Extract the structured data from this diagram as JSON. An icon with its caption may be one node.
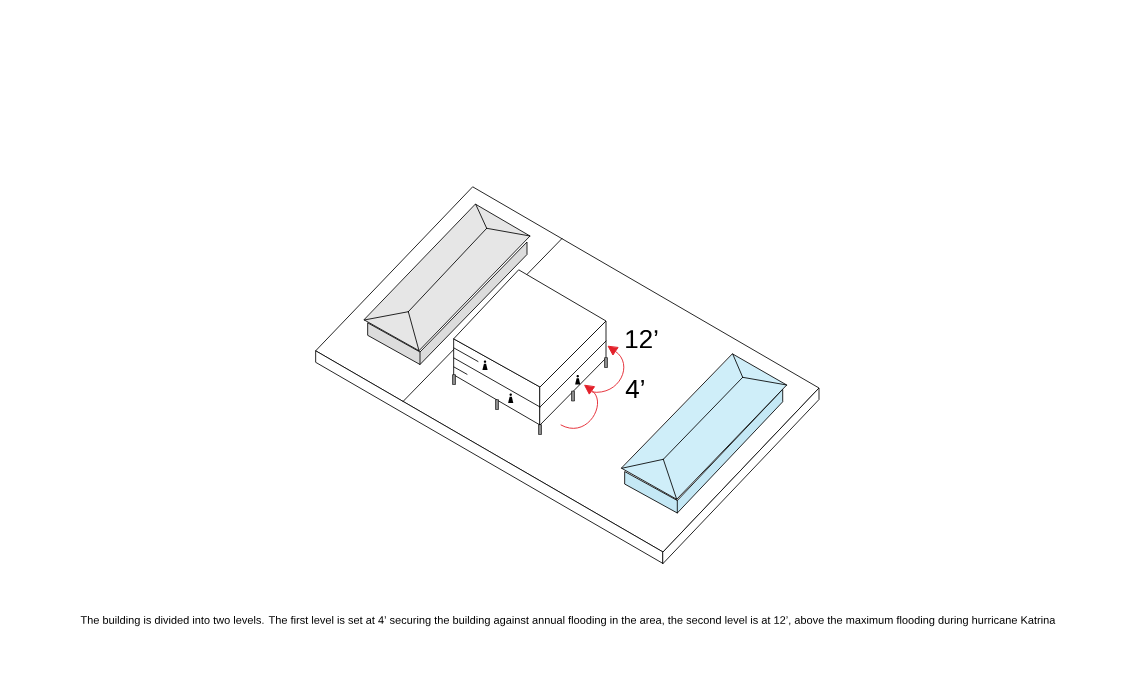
{
  "diagram": {
    "caption": "The building is divided into two levels. The first level is set at 4’ securing the building against annual flooding in the area, the second level is at 12’, above the maximum flooding during hurricane Katrina",
    "labels": [
      "12’",
      "4’"
    ]
  }
}
